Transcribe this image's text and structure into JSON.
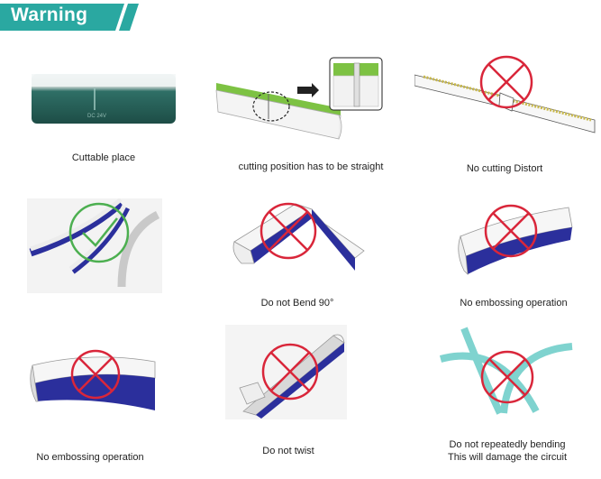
{
  "header": {
    "title": "Warning"
  },
  "colors": {
    "accent": "#2aa8a1",
    "strip_green": "#7dc243",
    "strip_blue": "#2b2f9c",
    "prohibit_red": "#d9263a",
    "ok_green": "#4caf50",
    "curve_cyan": "#7fd3cf"
  },
  "items": [
    {
      "caption": "Cuttable place",
      "icon": "cut-mark-photo",
      "status": "allowed"
    },
    {
      "caption": "cutting position has to be straight",
      "icon": "straight-cut-diagram",
      "status": "allowed"
    },
    {
      "caption": "No cutting Distort",
      "icon": "distorted-cut-diagram",
      "status": "prohibited"
    },
    {
      "caption": "",
      "icon": "correct-bend-diagram",
      "status": "allowed"
    },
    {
      "caption": "Do not Bend 90°",
      "icon": "bend-90-diagram",
      "status": "prohibited"
    },
    {
      "caption": "No embossing operation",
      "icon": "embossing-diagram",
      "status": "prohibited"
    },
    {
      "caption": "No embossing operation",
      "icon": "embossing-diagram",
      "status": "prohibited"
    },
    {
      "caption": "Do not twist",
      "icon": "twist-diagram",
      "status": "prohibited"
    },
    {
      "caption": "Do not repeatedly bending",
      "caption2": "This will damage the circuit",
      "icon": "repeated-bend-diagram",
      "status": "prohibited"
    }
  ]
}
